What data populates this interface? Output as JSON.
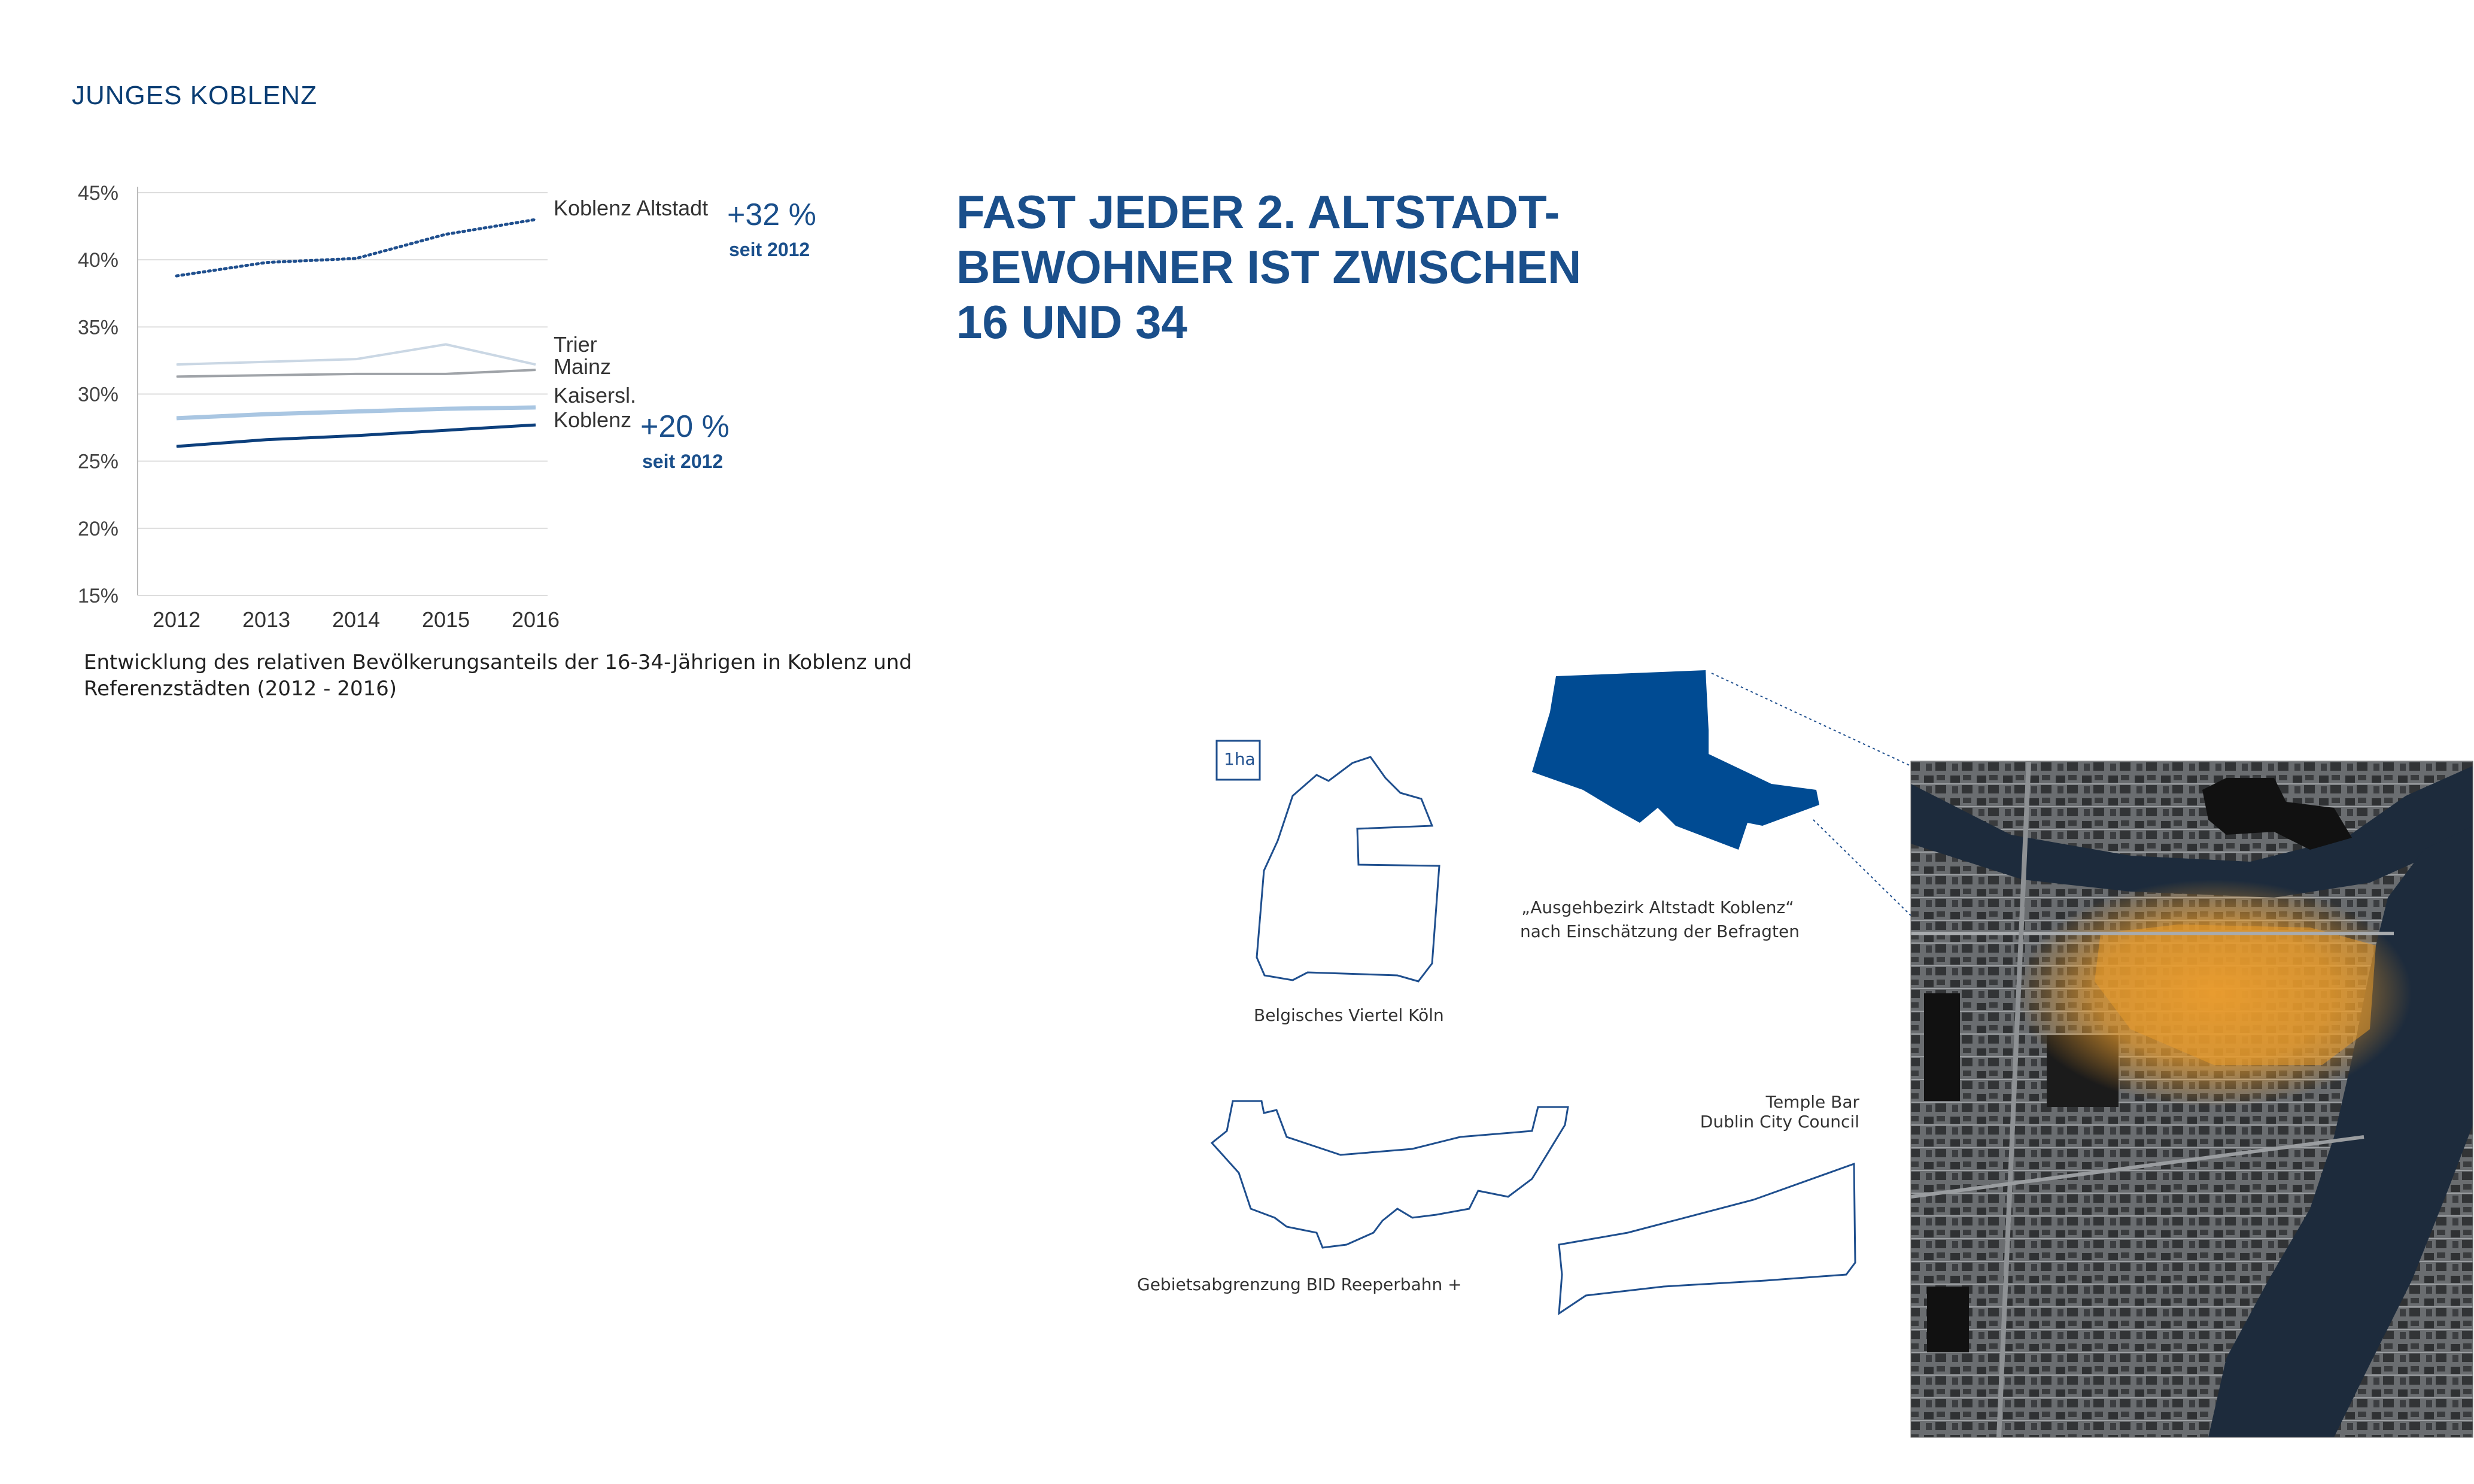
{
  "section_title": "JUNGES KOBLENZ",
  "headline": [
    "FAST JEDER 2. ALTSTADT-",
    "BEWOHNER IST ZWISCHEN",
    "16 UND 34"
  ],
  "caption": [
    "Entwicklung des relativen Bevölkerungsanteils der 16-34-Jährigen in Koblenz und",
    "Referenzstädten (2012 - 2016)"
  ],
  "annotations": {
    "altstadt_change": "+32 %",
    "altstadt_since": "seit 2012",
    "koblenz_change": "+20 %",
    "koblenz_since": "seit 2012"
  },
  "colors": {
    "koblenz_altstadt": "#1f4f8e",
    "trier": "#cad7e4",
    "mainz": "#9fa3a8",
    "kaiserslautern": "#a9c6e2",
    "koblenz": "#0c3f7c",
    "accent": "#1a4f8b",
    "highlight": "#e79a2b"
  },
  "chart_data": {
    "type": "line",
    "x": [
      "2012",
      "2013",
      "2014",
      "2015",
      "2016"
    ],
    "yticks": [
      "45%",
      "40%",
      "35%",
      "30%",
      "25%",
      "20%",
      "15%"
    ],
    "ylim": [
      15,
      45
    ],
    "grid": true,
    "series": [
      {
        "name": "Koblenz Altstadt",
        "style": "dotted",
        "values": [
          38.8,
          39.8,
          40.1,
          41.9,
          43.0
        ]
      },
      {
        "name": "Trier",
        "style": "solid",
        "values": [
          32.2,
          32.4,
          32.6,
          33.7,
          32.2
        ]
      },
      {
        "name": "Mainz",
        "style": "solid",
        "values": [
          31.3,
          31.4,
          31.5,
          31.5,
          31.8
        ]
      },
      {
        "name": "Kaisersl.",
        "style": "solid",
        "values": [
          28.2,
          28.5,
          28.7,
          28.9,
          29.0
        ]
      },
      {
        "name": "Koblenz",
        "style": "solid",
        "values": [
          26.1,
          26.6,
          26.9,
          27.3,
          27.7
        ]
      }
    ]
  },
  "map": {
    "scale_label": "1ha",
    "labels": {
      "belgisches": "Belgisches Viertel Köln",
      "reeperbahn": "Gebietsabgrenzung BID Reeperbahn +",
      "temple_bar_1": "Temple Bar",
      "temple_bar_2": "Dublin City Council",
      "ausgeh_1": "„Ausgehbezirk Altstadt Koblenz“",
      "ausgeh_2": "nach Einschätzung der Befragten"
    }
  }
}
